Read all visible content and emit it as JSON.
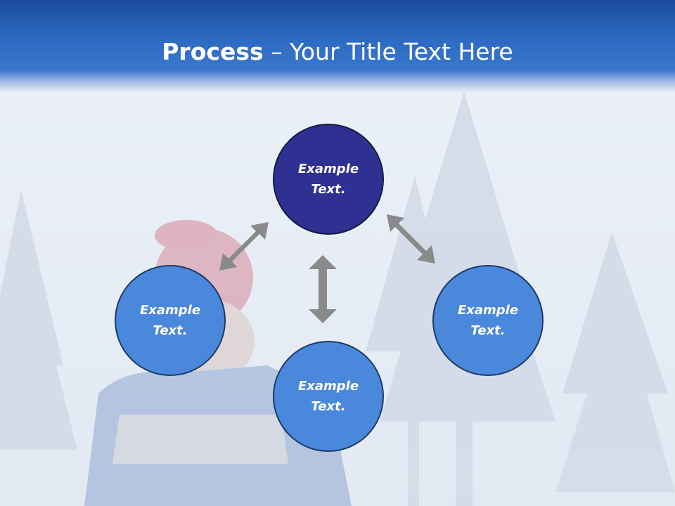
{
  "title": {
    "bold": "Process",
    "dash": " – ",
    "rest": "Your Title Text Here"
  },
  "nodes": [
    {
      "label": "Example\nText."
    },
    {
      "label": "Example\nText."
    },
    {
      "label": "Example\nText."
    },
    {
      "label": "Example\nText."
    }
  ],
  "colors": {
    "title_bar": "#2e6cc4",
    "node_top": "#2e3192",
    "node_other": "#4a88dc",
    "arrow": "#8a8a8a"
  },
  "icons": {
    "arrow": "double-headed-arrow-icon"
  }
}
